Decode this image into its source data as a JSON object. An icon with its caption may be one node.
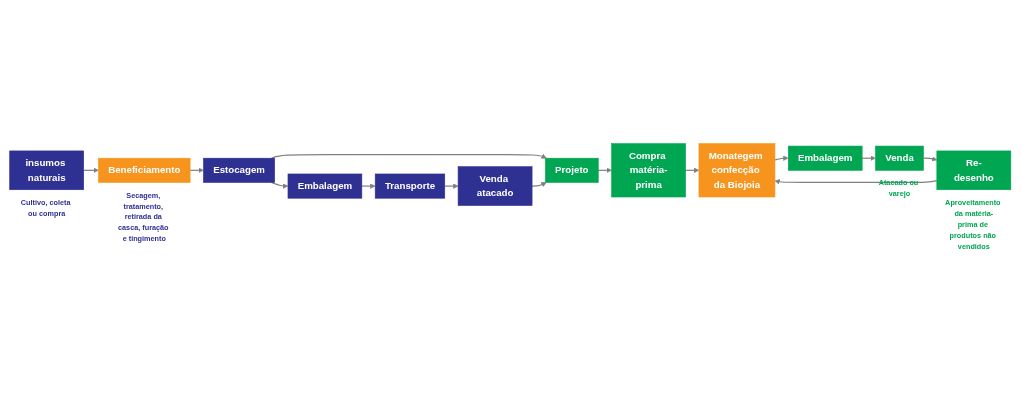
{
  "diagram": {
    "nodes": [
      {
        "text": [
          "insumos naturais"
        ],
        "beside": [
          "Cultivo, coleta ou compra"
        ]
      },
      {
        "text": [
          "Beneficiamento"
        ],
        "beside": [
          "Secagem, tratamento, retirada da casca, furação e tingimento"
        ]
      },
      {
        "text": [
          "Estocagem"
        ]
      },
      {
        "text": [
          "Embalagem"
        ]
      },
      {
        "text": [
          "Transporte"
        ]
      },
      {
        "text": [
          "Venda atacado"
        ]
      },
      {
        "text": [
          "Projeto"
        ]
      },
      {
        "text": [
          "Compra matéria-prima"
        ]
      },
      {
        "text": [
          "Monategem confecção da Biojoia"
        ]
      },
      {
        "text": [
          "Embalagem"
        ]
      },
      {
        "text": [
          "Venda"
        ],
        "beside": [
          "Atacado ou varejo"
        ]
      },
      {
        "text": [
          "Re-desenho"
        ],
        "beside": [
          "Aproveitamento da matéria-prima de produtos não vendidos"
        ]
      }
    ],
    "edges": [
      {
        "from": 0,
        "to": 1,
        "arrow": "to"
      },
      {
        "from": 1,
        "to": 2,
        "arrow": "to"
      },
      {
        "from": 2,
        "to": 3,
        "arrow": "to"
      },
      {
        "from": 3,
        "to": 4,
        "arrow": "to"
      },
      {
        "from": 4,
        "to": 5,
        "arrow": "to"
      },
      {
        "from": 2,
        "to": 6,
        "arrow": "to"
      },
      {
        "from": 5,
        "to": 6,
        "arrow": "to"
      },
      {
        "from": 6,
        "to": 7,
        "arrow": "to"
      },
      {
        "from": 7,
        "to": 8,
        "arrow": "to"
      },
      {
        "from": 8,
        "to": 9,
        "arrow": "to"
      },
      {
        "from": 9,
        "to": 10,
        "arrow": "to"
      },
      {
        "from": 10,
        "to": 11,
        "arrow": "to"
      },
      {
        "from": 11,
        "to": 8,
        "arrow": "to"
      }
    ]
  }
}
